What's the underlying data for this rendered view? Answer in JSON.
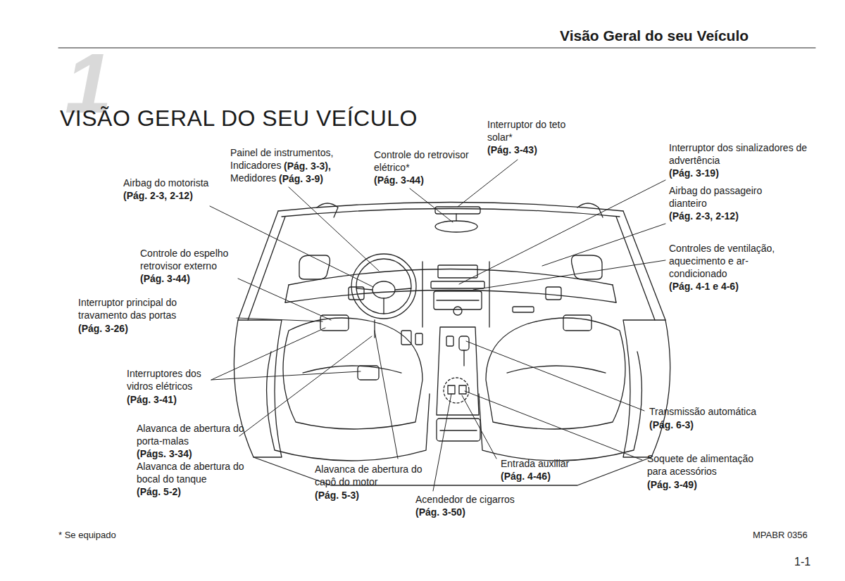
{
  "diagram": {
    "title": "VISÃO GERAL DO SEU VEÍCULO",
    "labels": [
      "Visão Geral do seu Veículo",
      "1",
      "Interruptor do teto solar*",
      "(Pág. 3-43)",
      "Painel de instrumentos, Indicadores",
      "(Pág. 3-3),",
      "Medidores",
      "(Pág. 3-9)",
      "Controle do retrovisor elétrico*",
      "(Pág. 3-44)",
      "Airbag do motorista",
      "(Pág. 2-3, 2-12)",
      "Interruptor dos sinalizadores de advertência",
      "(Pág. 3-19)",
      "Airbag do passageiro dianteiro",
      "(Pág. 2-3, 2-12)",
      "Controle do espelho retrovisor externo",
      "(Pág. 3-44)",
      "Controles de ventilação, aquecimento e ar-condicionado",
      "(Pág. 4-1 e 4-6)",
      "Interruptor principal do travamento das portas",
      "(Pág. 3-26)",
      "Interruptores dos vidros elétricos",
      "(Pág. 3-41)",
      "Alavanca de abertura do porta-malas",
      "(Págs. 3-34)",
      "Alavanca de abertura do bocal do tanque",
      "(Pág. 5-2)",
      "Transmissão automática",
      "(Pág. 6-3)",
      "Soquete de alimentação para acessórios",
      "(Pág. 3-49)",
      "Entrada auxiliar",
      "(Pág. 4-46)",
      "Alavanca de abertura do capô do motor",
      "(Pág. 5-3)",
      "Acendedor de cigarros",
      "(Pág. 3-50)",
      "* Se equipado",
      "MPABR 0356",
      "1-1"
    ]
  }
}
